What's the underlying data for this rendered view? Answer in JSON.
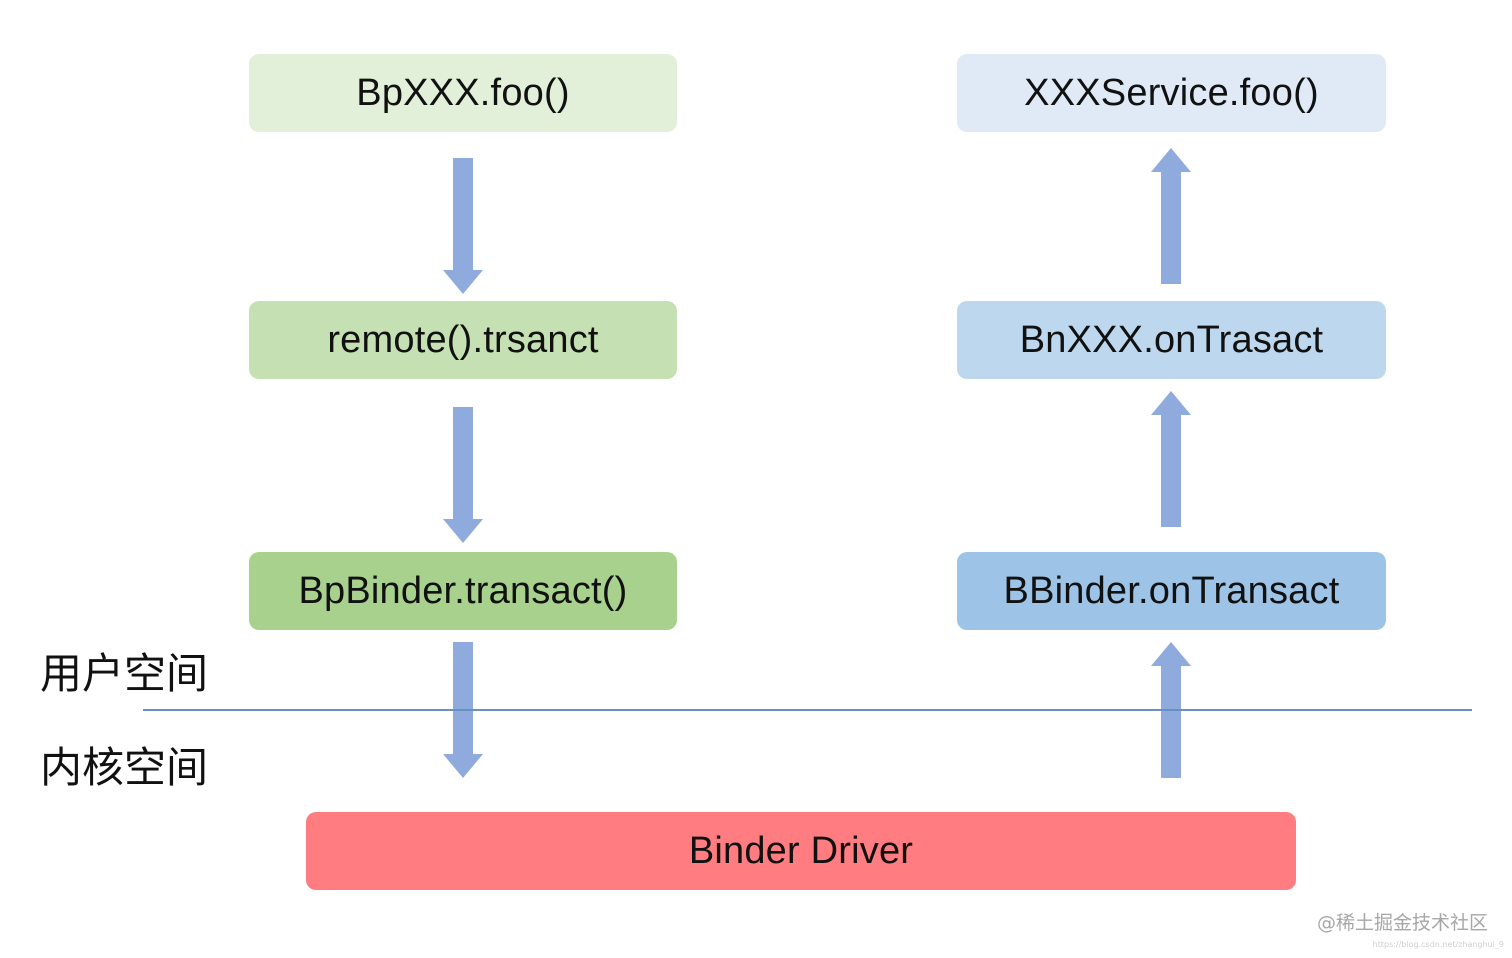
{
  "client_side": {
    "bp_call": "BpXXX.foo()",
    "remote_transact": "remote().trsanct",
    "bpbinder_transact": "BpBinder.transact()"
  },
  "server_side": {
    "service_call": "XXXService.foo()",
    "bn_on_transact": "BnXXX.onTrasact",
    "bbinder_on_transact": "BBinder.onTransact"
  },
  "driver": {
    "label": "Binder Driver"
  },
  "zones": {
    "user_space": "用户空间",
    "kernel_space": "内核空间"
  },
  "watermark": {
    "text": "@稀土掘金技术社区",
    "url": "https://blog.csdn.net/zhanghui_9"
  },
  "colors": {
    "client_light": "#e2efd9",
    "client_mid": "#c5e0b3",
    "client_strong": "#a9d18e",
    "server_light": "#dfeaf6",
    "server_mid": "#bdd7ee",
    "server_strong": "#9dc3e6",
    "driver": "#ff7c80",
    "arrow": "#8faadc",
    "divider": "#6b8fc2"
  },
  "arrow_directions": {
    "client": "down",
    "server": "up"
  }
}
